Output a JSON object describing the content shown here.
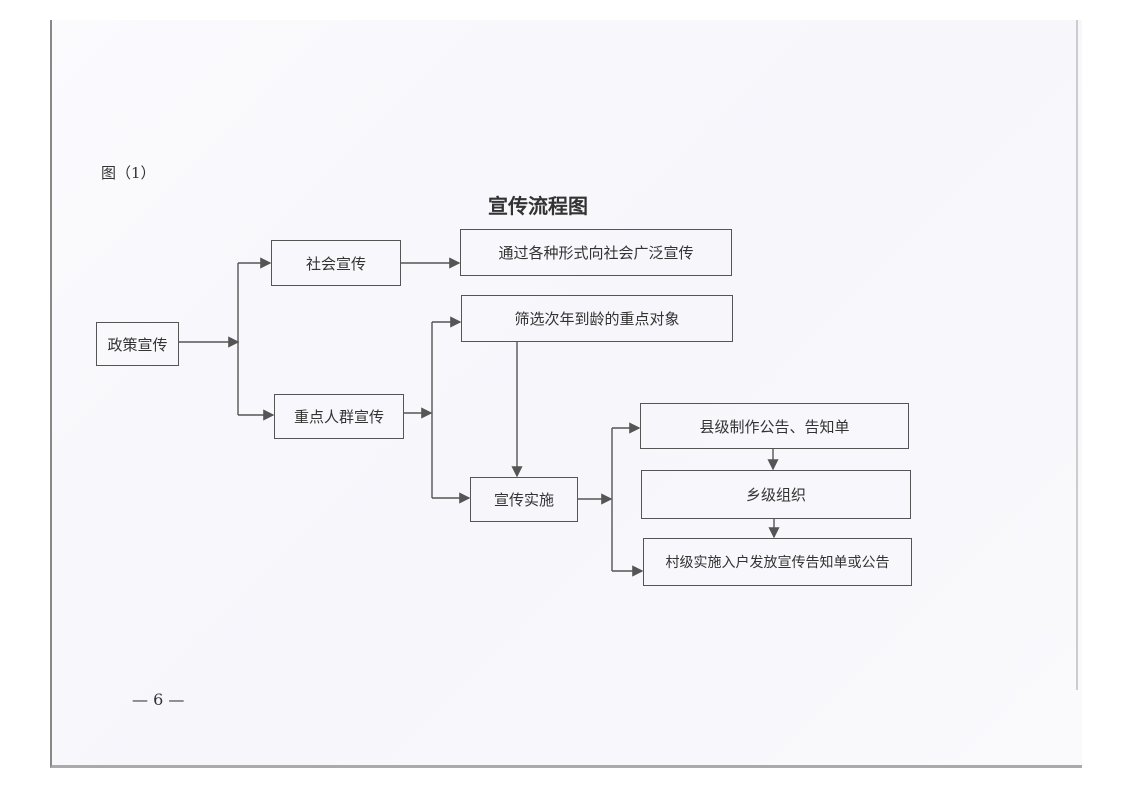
{
  "figure_label": "图（1）",
  "title": "宣传流程图",
  "page_number": "— 6 —",
  "nodes": {
    "policy": "政策宣传",
    "social": "社会宣传",
    "social_detail": "通过各种形式向社会广泛宣传",
    "key_group": "重点人群宣传",
    "screen": "筛选次年到龄的重点对象",
    "implement": "宣传实施",
    "county": "县级制作公告、告知单",
    "township": "乡级组织",
    "village": "村级实施入户发放宣传告知单或公告"
  }
}
